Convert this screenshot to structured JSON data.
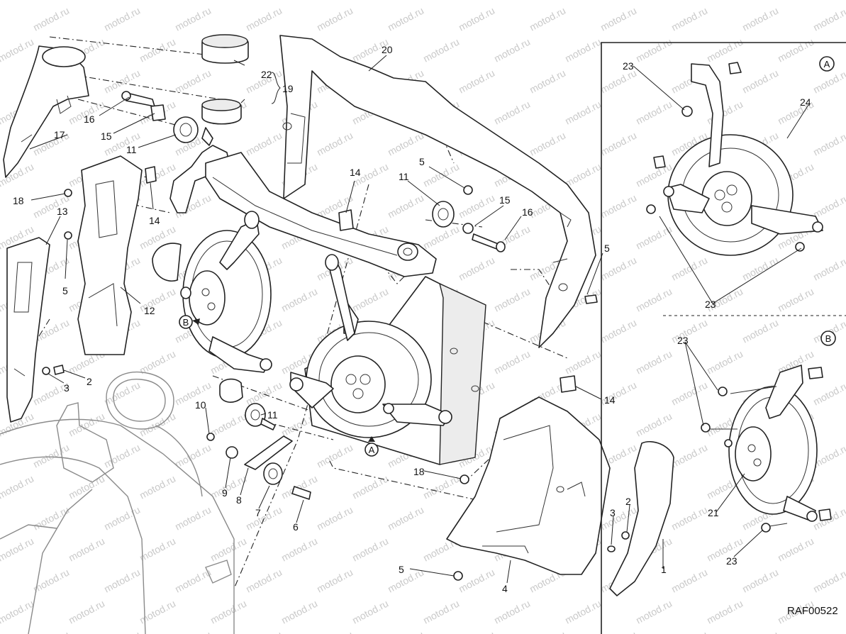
{
  "drawing": {
    "reference_code": "RAF00522",
    "watermark_text": "motod.ru"
  },
  "detail_views": [
    {
      "id": "A",
      "label": "A"
    },
    {
      "id": "B",
      "label": "B"
    }
  ],
  "view_markers": [
    {
      "id": "A",
      "label": "A"
    },
    {
      "id": "B",
      "label": "B"
    }
  ],
  "callouts": [
    "1",
    "2",
    "3",
    "4",
    "5",
    "6",
    "7",
    "8",
    "9",
    "10",
    "11",
    "12",
    "13",
    "14",
    "15",
    "16",
    "17",
    "18",
    "19",
    "20",
    "21",
    "22",
    "23",
    "24"
  ]
}
